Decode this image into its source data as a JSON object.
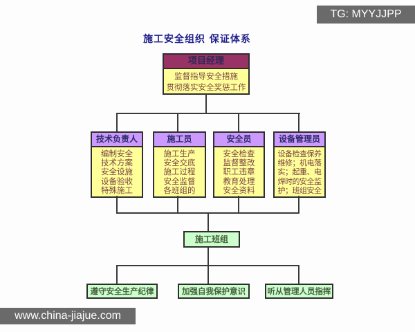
{
  "title": "施工安全组织 保证体系",
  "watermarks": {
    "top_right": "TG: MYYJJPP",
    "bottom_left": "www.china-jiajue.com"
  },
  "colors": {
    "title_text": "#21218c",
    "root_header_bg": "#993366",
    "branch_header_bg": "#cc99ff",
    "duty_body_bg": "#ffff99",
    "duty_text": "#7a4444",
    "green_box_bg": "#ccffcc",
    "connector_line": "#3a3a3a",
    "watermark_bg": "#6a6a6a"
  },
  "diagram": {
    "root": {
      "header": "项目经理",
      "body_lines": [
        "监督指导安全措施",
        "贯彻落实安全奖惩工作"
      ]
    },
    "branches": [
      {
        "header": "技术负责人",
        "body_lines": [
          "编制安全",
          "技术方案",
          "安全设施",
          "设备验收",
          "特殊施工"
        ]
      },
      {
        "header": "施工员",
        "body_lines": [
          "施工生产",
          "安全交底",
          "施工过程",
          "安全监督",
          "各班组的"
        ]
      },
      {
        "header": "安全员",
        "body_lines": [
          "安全检查",
          "监督整改",
          "职工违章",
          "教育处理",
          "安全资料"
        ]
      },
      {
        "header": "设备管理员",
        "body_lines": [
          "设备检查保养",
          "维修；机电落",
          "实；起重、电",
          "焊时的安全监",
          "护；班组安全"
        ]
      }
    ],
    "middle_box": {
      "label": "施工班组"
    },
    "bottom_boxes": [
      {
        "label": "遵守安全生产纪律"
      },
      {
        "label": "加强自我保护意识"
      },
      {
        "label": "听从管理人员指挥"
      }
    ]
  }
}
